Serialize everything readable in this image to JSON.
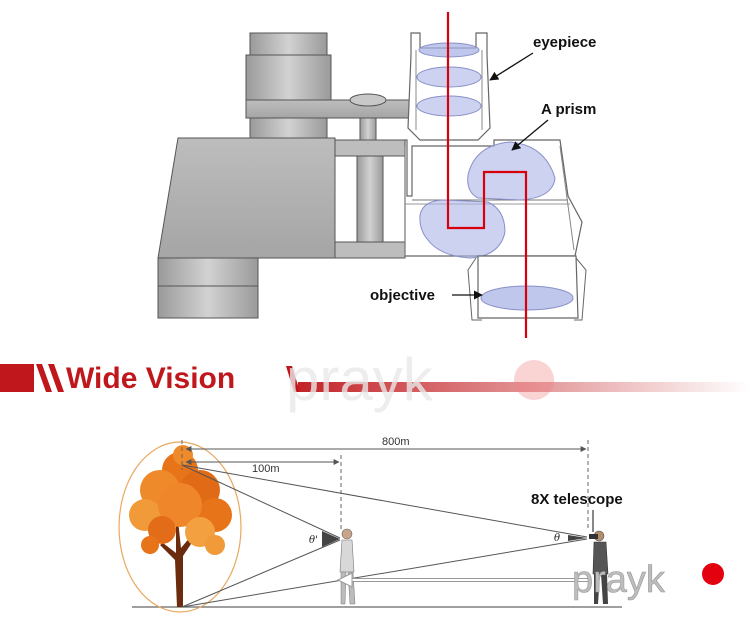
{
  "binocular": {
    "labels": {
      "eyepiece": "eyepiece",
      "prism": "A prism",
      "objective": "objective"
    }
  },
  "banner": {
    "title": "Wide  Vision",
    "accent_color": "#c0171c"
  },
  "distance_diagram": {
    "far_distance": "800m",
    "near_distance": "100m",
    "telescope_label": "8X telescope",
    "angle_near": "θ'",
    "angle_far": "θ"
  },
  "brand": {
    "name": "prayk",
    "dot_color": "#e3000f"
  },
  "colors": {
    "laser": "#d9000d",
    "lens": "#aab4e6",
    "body_gray": "#b4b4b4",
    "tree": "#e8741a"
  }
}
